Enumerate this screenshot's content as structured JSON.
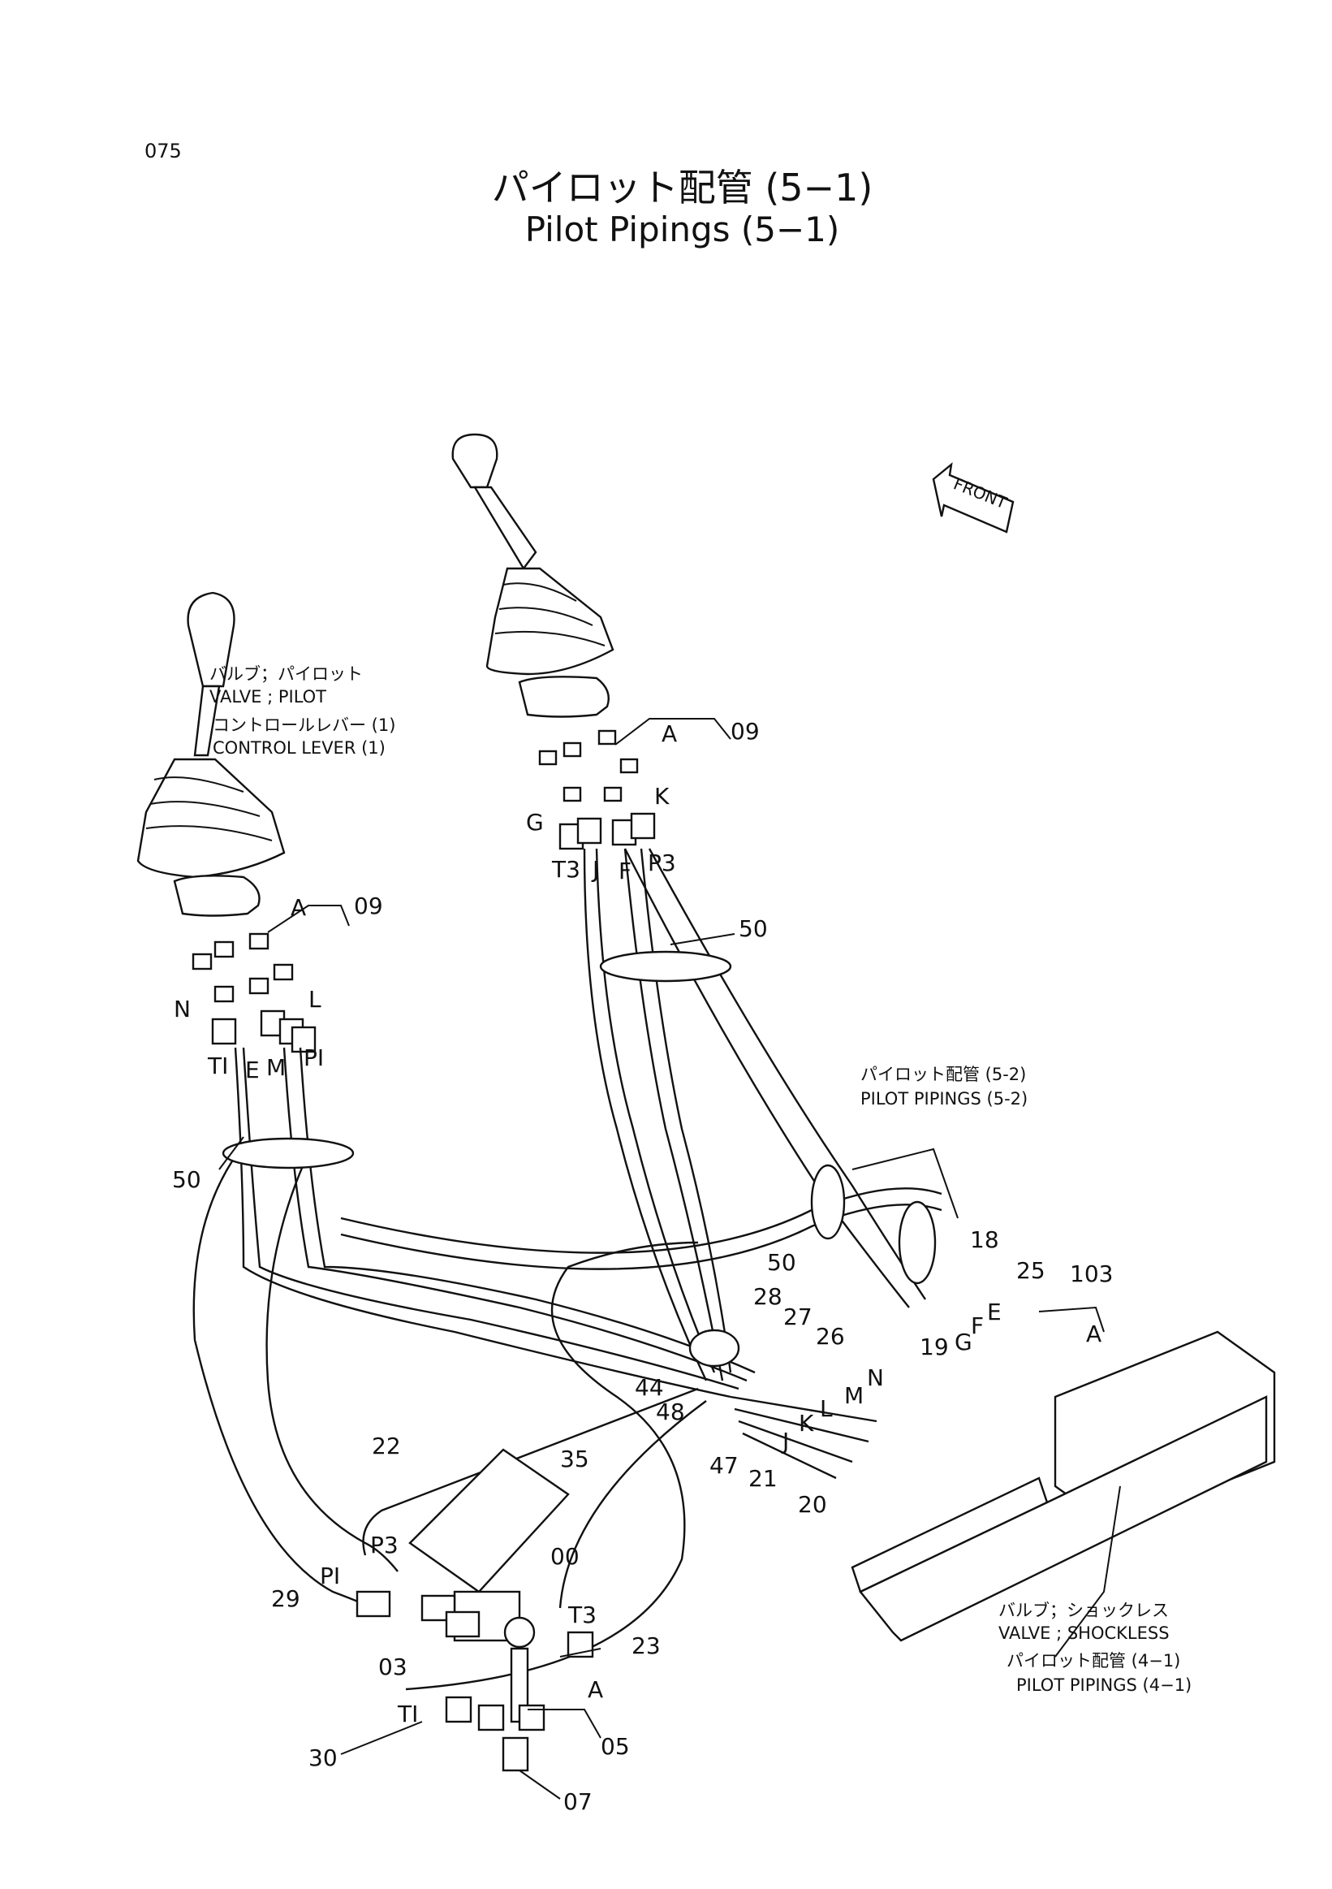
{
  "page_number": "075",
  "title": {
    "jp": "パイロット配管 (5−1)",
    "en": "Pilot Pipings (5−1)"
  },
  "front_arrow": "FRONT",
  "notes": {
    "pilot_valve_jp": "バルブ；パイロット",
    "pilot_valve_en": "VALVE ; PILOT",
    "control_lever_jp": "コントロールレバー (1)",
    "control_lever_en": "CONTROL LEVER (1)",
    "pipings52_jp": "パイロット配管 (5-2)",
    "pipings52_en": "PILOT PIPINGS (5-2)",
    "shockless_jp": "バルブ；ショックレス",
    "shockless_en": "VALVE ; SHOCKLESS",
    "pipings41_jp": "パイロット配管 (4−1)",
    "pipings41_en": "PILOT PIPINGS (4−1)"
  },
  "callouts": {
    "c09a": "09",
    "c09b": "09",
    "c50a": "50",
    "c50b": "50",
    "c50c": "50",
    "c18": "18",
    "c25": "25",
    "c103": "103",
    "c28": "28",
    "c27": "27",
    "c26": "26",
    "c19": "19",
    "c44": "44",
    "c48": "48",
    "c47": "47",
    "c21": "21",
    "c20": "20",
    "c22": "22",
    "c35": "35",
    "c00": "00",
    "c29": "29",
    "c03": "03",
    "c23": "23",
    "c05": "05",
    "c30": "30",
    "c07": "07"
  },
  "port_labels": {
    "A1": "A",
    "A2": "A",
    "A3": "A",
    "A4": "A",
    "N1": "N",
    "L1": "L",
    "T11": "TI",
    "E1": "E",
    "M1": "M",
    "P11": "PI",
    "G1": "G",
    "K1": "K",
    "T31": "T3",
    "J1": "J",
    "F1": "F",
    "P31": "P3",
    "E2": "E",
    "F2": "F",
    "G2": "G",
    "N2": "N",
    "M2": "M",
    "L2": "L",
    "K2": "K",
    "J2": "J",
    "P32": "P3",
    "P12": "PI",
    "T32": "T3",
    "T12": "TI"
  }
}
